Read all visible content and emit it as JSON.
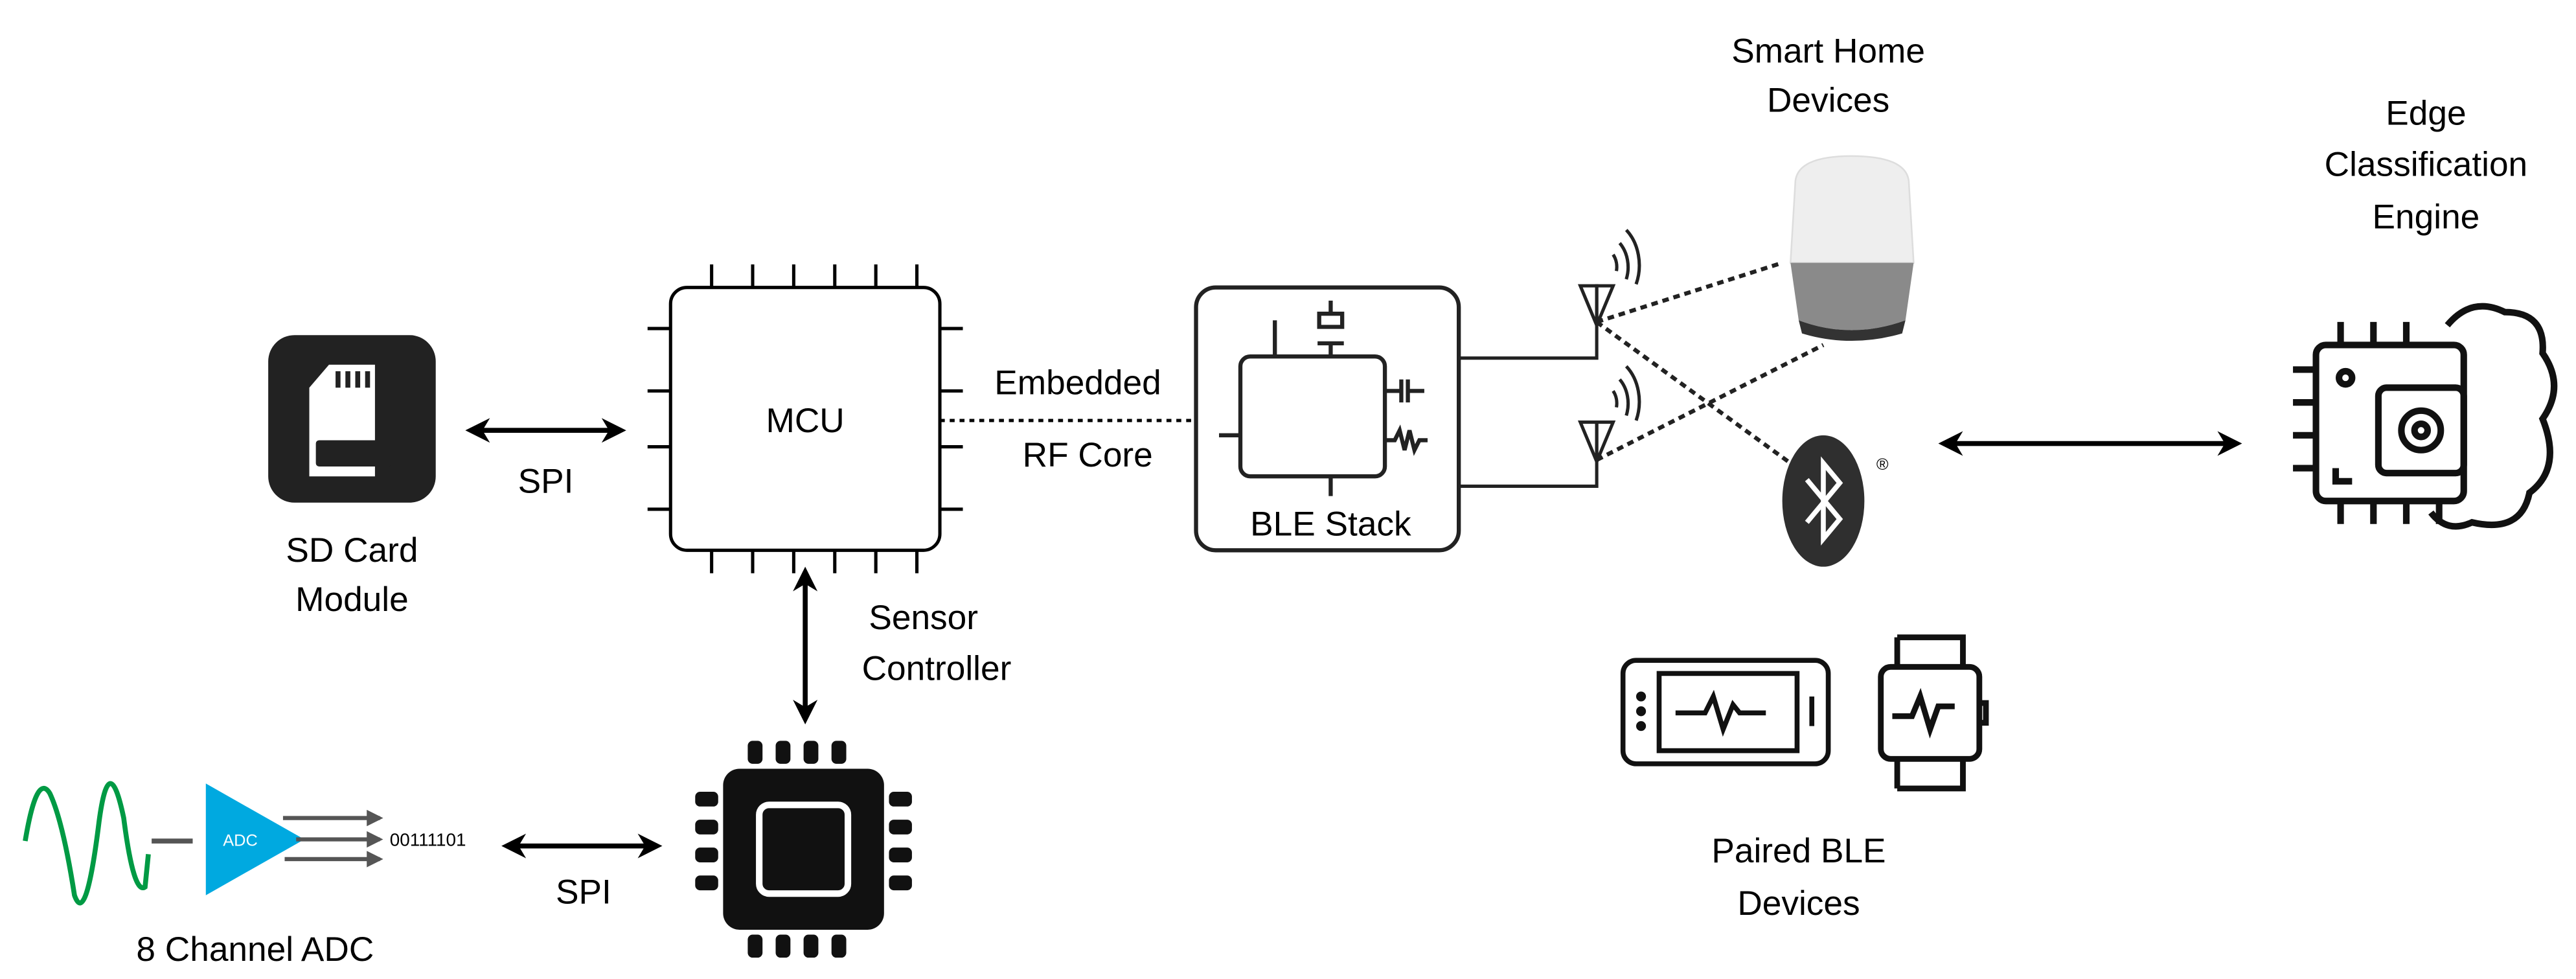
{
  "colors": {
    "stroke": "#000000",
    "icon_dark": "#2b2b2b",
    "adc": "#00a9e0",
    "signal": "#009a44",
    "speaker_top": "#eeeeee",
    "speaker_fabric": "#8a8a8a"
  },
  "sd_card": {
    "label_line1": "SD Card",
    "label_line2": "Module",
    "icon": "sd-card-icon"
  },
  "spi_top": {
    "label": "SPI"
  },
  "mcu": {
    "label": "MCU"
  },
  "rf_link": {
    "label_line1": "Embedded",
    "label_line2": "RF Core"
  },
  "ble_stack": {
    "label": "BLE Stack"
  },
  "sensor_link": {
    "label_line1": "Sensor",
    "label_line2": "Controller"
  },
  "spi_bottom": {
    "label": "SPI"
  },
  "adc": {
    "chip_label": "ADC",
    "output_bits": "00111101",
    "label": "8 Channel ADC"
  },
  "smart_home": {
    "label_line1": "Smart Home",
    "label_line2": "Devices",
    "icon": "smart-speaker-icon"
  },
  "bluetooth": {
    "icon": "bluetooth-icon",
    "registered": "®"
  },
  "edge": {
    "label_line1": "Edge",
    "label_line2": "Classification",
    "label_line3": "Engine",
    "icon": "ai-chip-brain-icon"
  },
  "paired": {
    "label_line1": "Paired BLE",
    "label_line2": "Devices",
    "icons": [
      "tablet-heartbeat-icon",
      "smartwatch-heartbeat-icon"
    ]
  }
}
